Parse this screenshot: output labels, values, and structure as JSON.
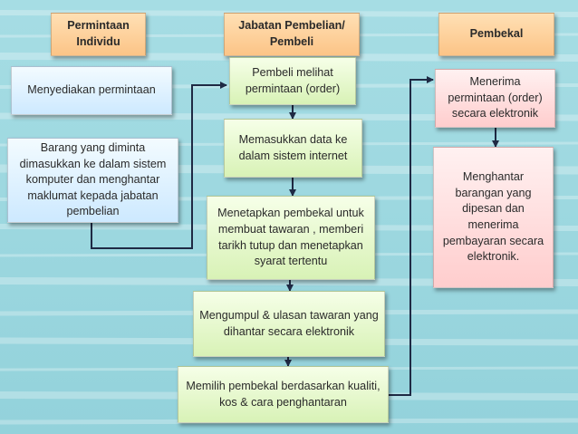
{
  "headers": {
    "individu": "Permintaan Individu",
    "jabatan": "Jabatan Pembelian/ Pembeli",
    "pembekal": "Pembekal"
  },
  "individu": {
    "step1": "Menyediakan permintaan",
    "step2": "Barang yang diminta dimasukkan ke dalam sistem komputer dan menghantar maklumat kepada jabatan pembelian"
  },
  "jabatan": {
    "step1": "Pembeli melihat permintaan (order)",
    "step2": "Memasukkan data ke dalam sistem internet",
    "step3": "Menetapkan pembekal untuk membuat tawaran , memberi tarikh tutup dan menetapkan syarat tertentu",
    "step4": "Mengumpul & ulasan tawaran yang dihantar secara elektronik",
    "step5": "Memilih pembekal berdasarkan kualiti, kos & cara penghantaran"
  },
  "pembekal": {
    "step1": "Menerima permintaan (order) secara elektronik",
    "step2": "Menghantar barangan yang dipesan dan menerima pembayaran secara elektronik."
  },
  "colors": {
    "header": "#fcc487",
    "individu": "#cde9ff",
    "jabatan": "#d8f2b6",
    "pembekal": "#ffcdcd",
    "background": "#9ed8e0"
  }
}
